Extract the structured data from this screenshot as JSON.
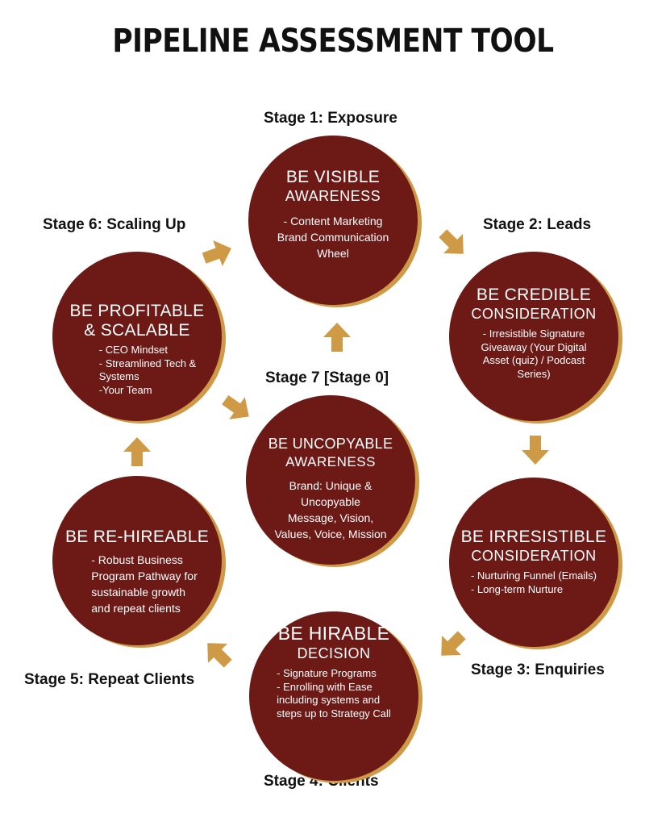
{
  "title": "PIPELINE ASSESSMENT TOOL",
  "stages": {
    "s1": "Stage 1: Exposure",
    "s2": "Stage 2: Leads",
    "s3": "Stage 3: Enquiries",
    "s4": "Stage 4: Clients",
    "s5": "Stage 5: Repeat Clients",
    "s6": "Stage 6: Scaling Up",
    "s7": "Stage 7 [Stage 0]"
  },
  "circles": {
    "visible": {
      "title": "BE VISIBLE",
      "subtitle": "AWARENESS",
      "lines": [
        "- Content Marketing",
        "Brand Communication",
        "Wheel"
      ]
    },
    "credible": {
      "title": "BE CREDIBLE",
      "subtitle": "CONSIDERATION",
      "lines": [
        "- Irresistible Signature",
        "Giveaway (Your Digital",
        "Asset (quiz) / Podcast",
        "Series)"
      ]
    },
    "irresistible": {
      "title": "BE IRRESISTIBLE",
      "subtitle": "CONSIDERATION",
      "lines": [
        "- Nurturing Funnel (Emails)",
        "- Long-term Nurture"
      ]
    },
    "hirable": {
      "title": "BE HIRABLE",
      "subtitle": "DECISION",
      "lines": [
        "- Signature Programs",
        "- Enrolling with Ease",
        "including systems and",
        "steps up to Strategy Call"
      ]
    },
    "rehireable": {
      "title": "BE RE-HIREABLE",
      "lines": [
        "- Robust Business",
        "Program Pathway for",
        "sustainable growth",
        "and repeat clients"
      ]
    },
    "profitable": {
      "title": "BE PROFITABLE",
      "title2": "& SCALABLE",
      "lines": [
        "- CEO Mindset",
        "- Streamlined Tech &",
        "Systems",
        "-Your Team"
      ]
    },
    "uncopyable": {
      "title": "BE UNCOPYABLE",
      "subtitle": "AWARENESS",
      "lines": [
        "Brand: Unique &",
        "Uncopyable",
        "Message, Vision,",
        "Values, Voice, Mission"
      ]
    }
  },
  "colors": {
    "circle": "#6d1a17",
    "accent": "#cf9a45",
    "text": "#ffffff"
  }
}
